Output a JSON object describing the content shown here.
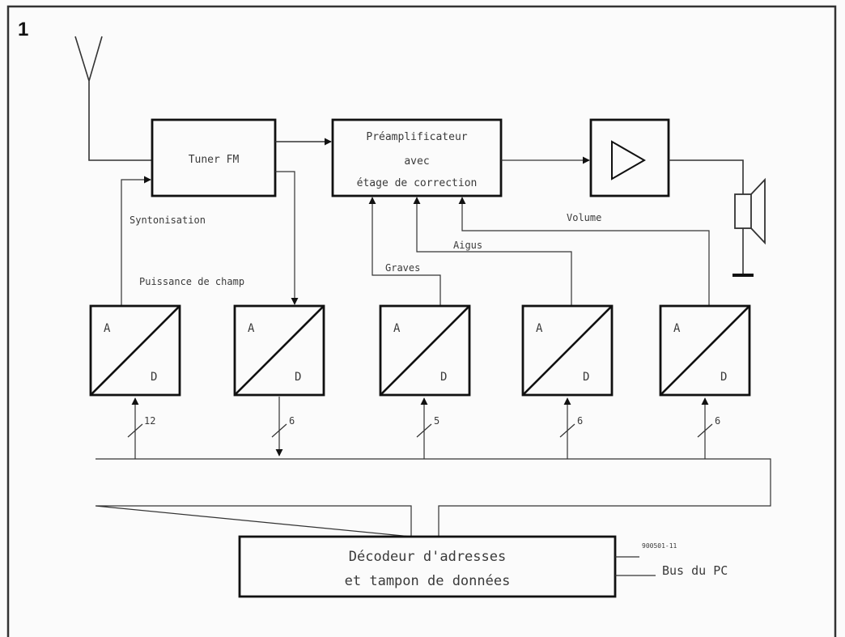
{
  "figure": {
    "number": "1"
  },
  "blocks": {
    "tuner": "Tuner FM",
    "preamp": [
      "Préamplificateur",
      "avec",
      "étage de correction"
    ],
    "decoder": [
      "Décodeur d'adresses",
      "et tampon de données"
    ]
  },
  "signals": {
    "syntonisation": "Syntonisation",
    "puissance": "Puissance de champ",
    "graves": "Graves",
    "aigus": "Aigus",
    "volume": "Volume",
    "bus": "Bus du PC"
  },
  "converters": [
    {
      "a": "A",
      "d": "D",
      "bits": "12"
    },
    {
      "a": "A",
      "d": "D",
      "bits": "6"
    },
    {
      "a": "A",
      "d": "D",
      "bits": "5"
    },
    {
      "a": "A",
      "d": "D",
      "bits": "6"
    },
    {
      "a": "A",
      "d": "D",
      "bits": "6"
    }
  ],
  "ref_code": "900501-11"
}
